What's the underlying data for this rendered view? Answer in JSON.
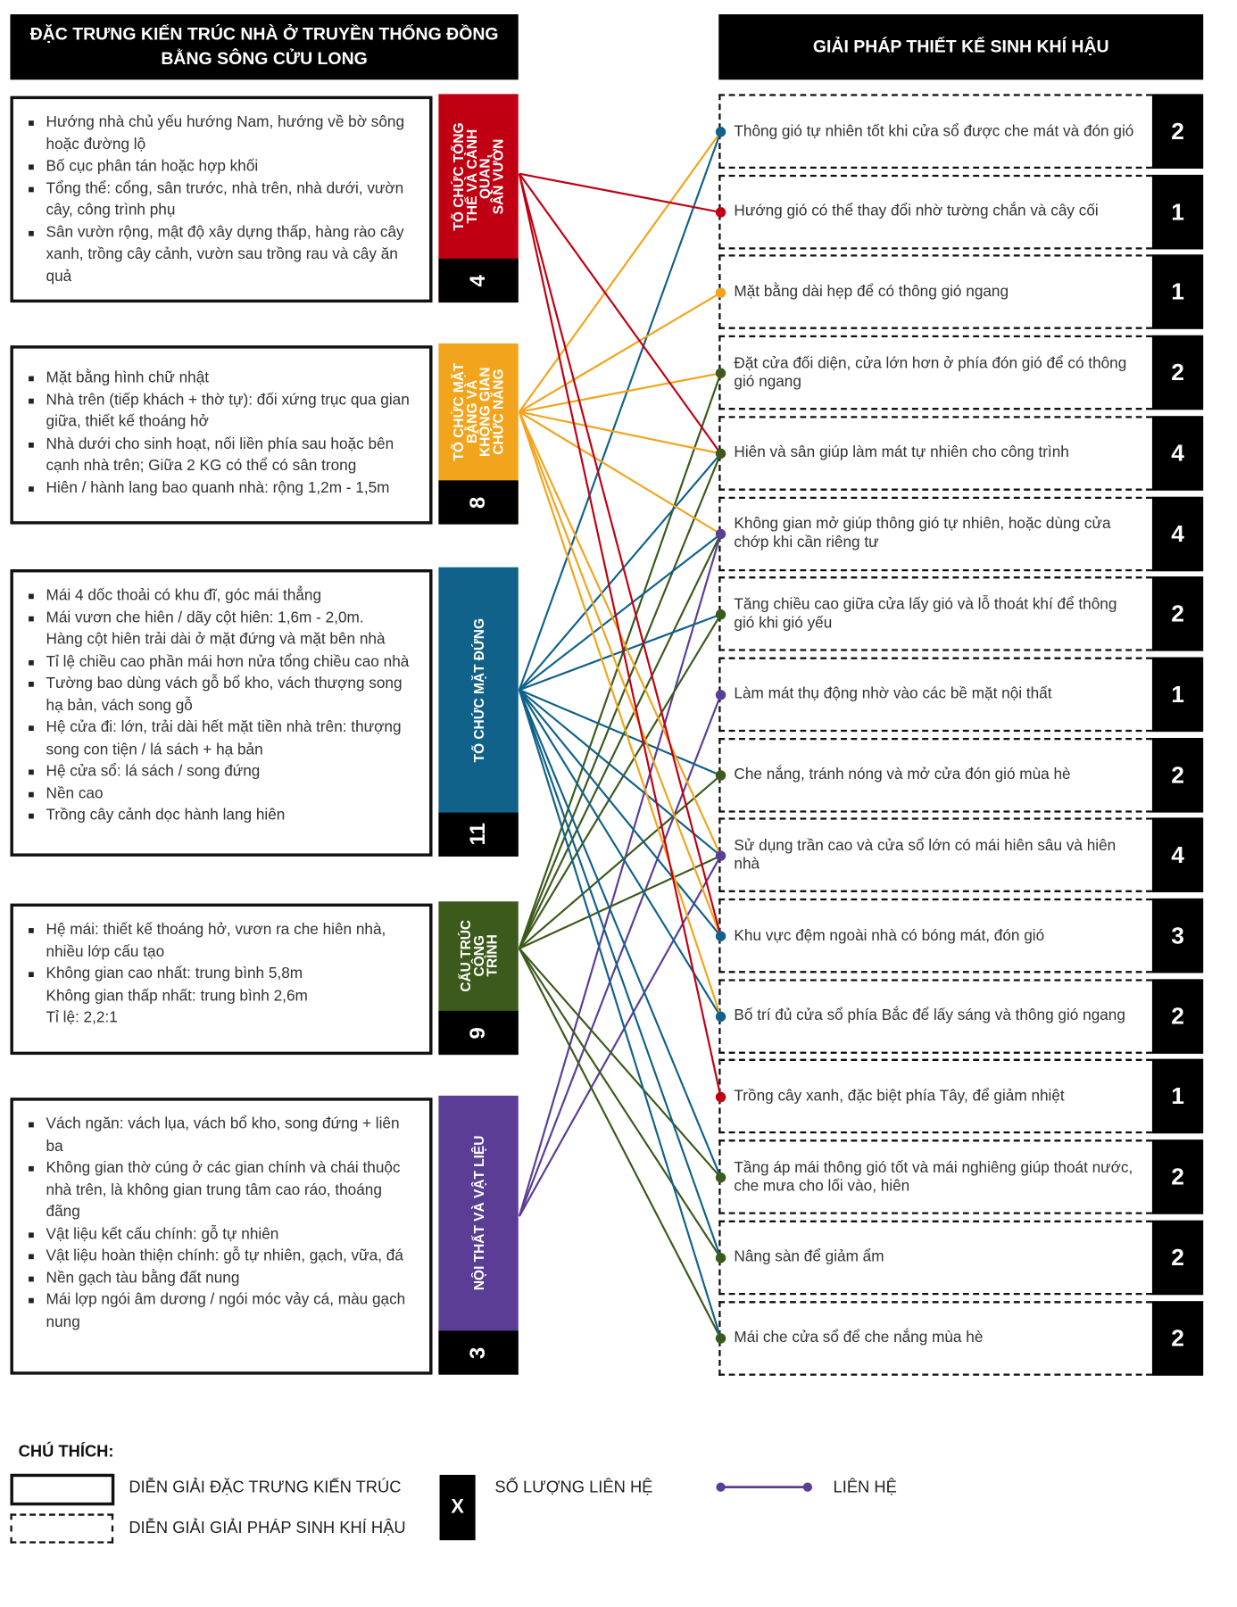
{
  "colors": {
    "red": "#c00012",
    "orange": "#f2a41c",
    "blue": "#10628a",
    "green": "#3b5a1c",
    "purple": "#5c3d96"
  },
  "left_header": "ĐẶC TRƯNG KIẾN TRÚC NHÀ Ở TRUYỀN THỐNG ĐỒNG\nBẰNG SÔNG CỬU LONG",
  "right_header": "GIẢI PHÁP THIẾT KẾ SINH KHÍ HẬU",
  "categories": [
    {
      "color": "red",
      "label": "TỔ CHỨC TỔNG\nTHỂ VÀ CẢNH\nQUAN,\nSÂN VƯỜN",
      "count": "4",
      "items": [
        "Hướng nhà chủ yếu hướng Nam, hướng về bờ sông hoặc đường lộ",
        "Bố cục phân tán hoặc hợp khối",
        "Tổng thể: cổng, sân trước, nhà trên, nhà dưới, vườn cây, công trình phụ",
        "Sân vườn rộng, mật độ xây dựng thấp, hàng rào cây xanh, trồng cây cảnh, vườn sau trồng rau và cây ăn quả"
      ]
    },
    {
      "color": "orange",
      "label": "TỔ CHỨC MẶT\nBẰNG VÀ\nKHÔNG GIAN\nCHỨC NĂNG",
      "count": "8",
      "items": [
        "Mặt bằng hình chữ nhật",
        "Nhà trên (tiếp khách + thờ tự): đối xứng trục qua gian giữa, thiết kế thoáng hở",
        "Nhà dưới cho sinh hoạt, nối liền phía sau hoặc bên cạnh nhà trên; Giữa 2 KG có thể có sân trong",
        "Hiên / hành lang bao quanh nhà: rộng 1,2m - 1,5m"
      ]
    },
    {
      "color": "blue",
      "label": "TỔ CHỨC MẶT ĐỨNG",
      "count": "11",
      "items": [
        "Mái 4 dốc thoải có khu đĩ, góc mái thẳng",
        "Mái vươn che hiên / dãy cột hiên: 1,6m - 2,0m.\nHàng cột hiên trải dài ở mặt đứng và mặt bên nhà",
        "Tỉ lệ chiều cao phần mái hơn nửa tổng chiều cao nhà",
        "Tường bao dùng vách gỗ bổ kho, vách thượng song hạ bản, vách song gỗ",
        "Hệ cửa đi: lớn, trải dài hết mặt tiền nhà trên: thượng song con tiện / lá sách + hạ bản",
        "Hệ cửa sổ: lá sách / song đứng",
        "Nền cao",
        "Trồng cây cảnh dọc hành lang hiên"
      ]
    },
    {
      "color": "green",
      "label": "CẤU TRÚC\nCÔNG\nTRÌNH",
      "count": "9",
      "items": [
        "Hệ mái: thiết kế thoáng hở, vươn ra che hiên nhà, nhiều lớp cấu tạo",
        "Không gian cao nhất: trung bình 5,8m\nKhông gian thấp nhất: trung bình 2,6m\nTỉ lệ: 2,2:1"
      ]
    },
    {
      "color": "purple",
      "label": "NỘI THẤT VÀ VẬT LIỆU",
      "count": "3",
      "items": [
        "Vách ngăn: vách lụa, vách bổ kho, song đứng + liên ba",
        "Không gian thờ cúng ở các gian chính và chái thuộc nhà trên, là không gian trung tâm cao ráo, thoáng đãng",
        "Vật liệu kết cấu chính: gỗ tự nhiên",
        "Vật liệu hoàn thiện chính: gỗ tự nhiên, gạch, vữa, đá",
        "Nền gạch tàu bằng đất nung",
        "Mái lợp ngói âm dương / ngói móc vảy cá, màu gạch nung"
      ]
    }
  ],
  "solutions": [
    {
      "text": "Thông gió tự nhiên tốt khi cửa sổ được che mát và đón gió",
      "count": "2",
      "dot": "blue",
      "links": [
        "orange",
        "blue"
      ]
    },
    {
      "text": "Hướng gió có thể thay đổi nhờ tường chắn và cây cối",
      "count": "1",
      "dot": "red",
      "links": [
        "red"
      ]
    },
    {
      "text": "Mặt bằng dài hẹp để có thông gió ngang",
      "count": "1",
      "dot": "orange",
      "links": [
        "orange"
      ]
    },
    {
      "text": "Đặt cửa đối diện, cửa lớn hơn ở phía đón gió để có thông gió ngang",
      "count": "2",
      "dot": "green",
      "links": [
        "orange",
        "green"
      ]
    },
    {
      "text": "Hiên và sân giúp làm mát tự nhiên cho công trình",
      "count": "4",
      "dot": "green",
      "links": [
        "red",
        "orange",
        "blue",
        "green"
      ]
    },
    {
      "text": "Không gian mở giúp thông gió tự nhiên, hoặc dùng cửa chớp khi cần riêng tư",
      "count": "4",
      "dot": "purple",
      "links": [
        "orange",
        "blue",
        "green",
        "purple"
      ]
    },
    {
      "text": "Tăng chiều cao giữa cửa lấy gió và lỗ thoát khí để thông gió khi gió yếu",
      "count": "2",
      "dot": "green",
      "links": [
        "blue",
        "green"
      ]
    },
    {
      "text": "Làm mát thụ động nhờ vào các bề mặt nội thất",
      "count": "1",
      "dot": "purple",
      "links": [
        "purple"
      ]
    },
    {
      "text": "Che nắng, tránh nóng và mở cửa đón gió mùa hè",
      "count": "2",
      "dot": "green",
      "links": [
        "blue",
        "green"
      ]
    },
    {
      "text": "Sử dụng trần cao và cửa sổ lớn có mái hiên sâu và hiên nhà",
      "count": "4",
      "dot": "purple",
      "links": [
        "orange",
        "blue",
        "green",
        "purple"
      ]
    },
    {
      "text": "Khu vực đệm ngoài nhà có bóng mát, đón gió",
      "count": "3",
      "dot": "blue",
      "links": [
        "red",
        "orange",
        "blue"
      ]
    },
    {
      "text": "Bố trí đủ cửa sổ phía Bắc để lấy sáng và thông gió ngang",
      "count": "2",
      "dot": "blue",
      "links": [
        "orange",
        "blue"
      ]
    },
    {
      "text": "Trồng cây xanh, đặc biệt phía Tây, để giảm nhiệt",
      "count": "1",
      "dot": "red",
      "links": [
        "red"
      ]
    },
    {
      "text": "Tầng áp mái thông gió tốt và mái nghiêng giúp thoát nước, che mưa cho lối vào, hiên",
      "count": "2",
      "dot": "green",
      "links": [
        "blue",
        "green"
      ]
    },
    {
      "text": "Nâng sàn để giảm ẩm",
      "count": "2",
      "dot": "green",
      "links": [
        "blue",
        "green"
      ]
    },
    {
      "text": "Mái che cửa sổ để che nắng mùa hè",
      "count": "2",
      "dot": "green",
      "links": [
        "blue",
        "green"
      ]
    }
  ],
  "legend": {
    "title": "CHÚ THÍCH:",
    "solid_box": "DIỄN GIẢI ĐẶC TRƯNG KIẾN TRÚC",
    "dashed_box": "DIỄN GIẢI GIẢI PHÁP SINH KHÍ HẬU",
    "count_symbol": "X",
    "count_label": "SỐ LƯỢNG LIÊN HỆ",
    "link_label": "LIÊN HỆ"
  }
}
